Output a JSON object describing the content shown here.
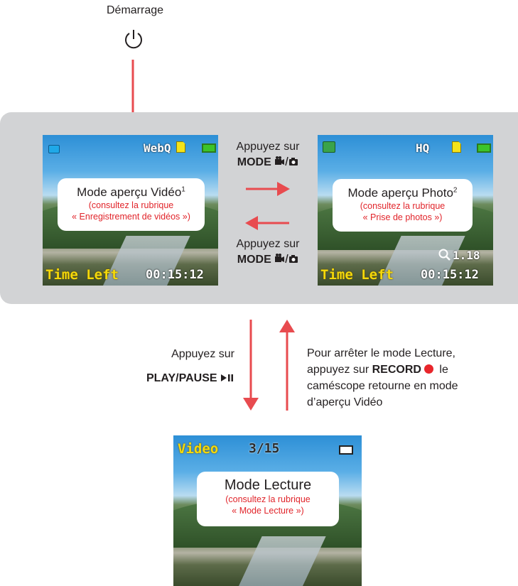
{
  "start": {
    "label": "Démarrage",
    "icon": "power-icon"
  },
  "video_screen": {
    "quality": "WebQ",
    "time_label": "Time Left",
    "time_value": "00:15:12",
    "title": "Mode aperçu Vidéo",
    "title_sup": "1",
    "ref_line1": "(consultez la rubrique",
    "ref_line2": "« Enregistrement de vidéos »)",
    "icons": [
      "video-mode-icon",
      "sd-card-icon",
      "battery-icon"
    ]
  },
  "photo_screen": {
    "quality": "HQ",
    "zoom": "1.18",
    "time_label": "Time Left",
    "time_value": "00:15:12",
    "title": "Mode aperçu Photo",
    "title_sup": "2",
    "ref_line1": "(consultez la rubrique",
    "ref_line2": "« Prise de photos »)",
    "icons": [
      "photo-mode-icon",
      "sd-card-icon",
      "battery-icon",
      "zoom-icon"
    ]
  },
  "switch_top": {
    "line1": "Appuyez sur",
    "line2_bold": "MODE",
    "icon": "video-photo-icon"
  },
  "switch_bottom": {
    "line1": "Appuyez sur",
    "line2_bold": "MODE",
    "icon": "video-photo-icon"
  },
  "play": {
    "line1": "Appuyez sur",
    "line2_bold": "PLAY/PAUSE",
    "icon": "play-pause-icon"
  },
  "stop": {
    "line1": "Pour arrêter le mode Lecture,",
    "line2_pre": "appuyez sur",
    "line2_bold": "RECORD",
    "line2_post": "le",
    "line3": "caméscope retourne en mode",
    "line4": "d’aperçu Vidéo",
    "icon": "record-dot-icon"
  },
  "playback_screen": {
    "label": "Video",
    "counter": "3/15",
    "title": "Mode Lecture",
    "ref_line1": "(consultez la rubrique",
    "ref_line2": "« Mode Lecture »)",
    "icons": [
      "battery-icon"
    ]
  },
  "colors": {
    "arrow": "#e84b4f",
    "panel": "#d2d3d5",
    "ref_text": "#e1242a",
    "osd_yellow": "#f5d90a"
  }
}
